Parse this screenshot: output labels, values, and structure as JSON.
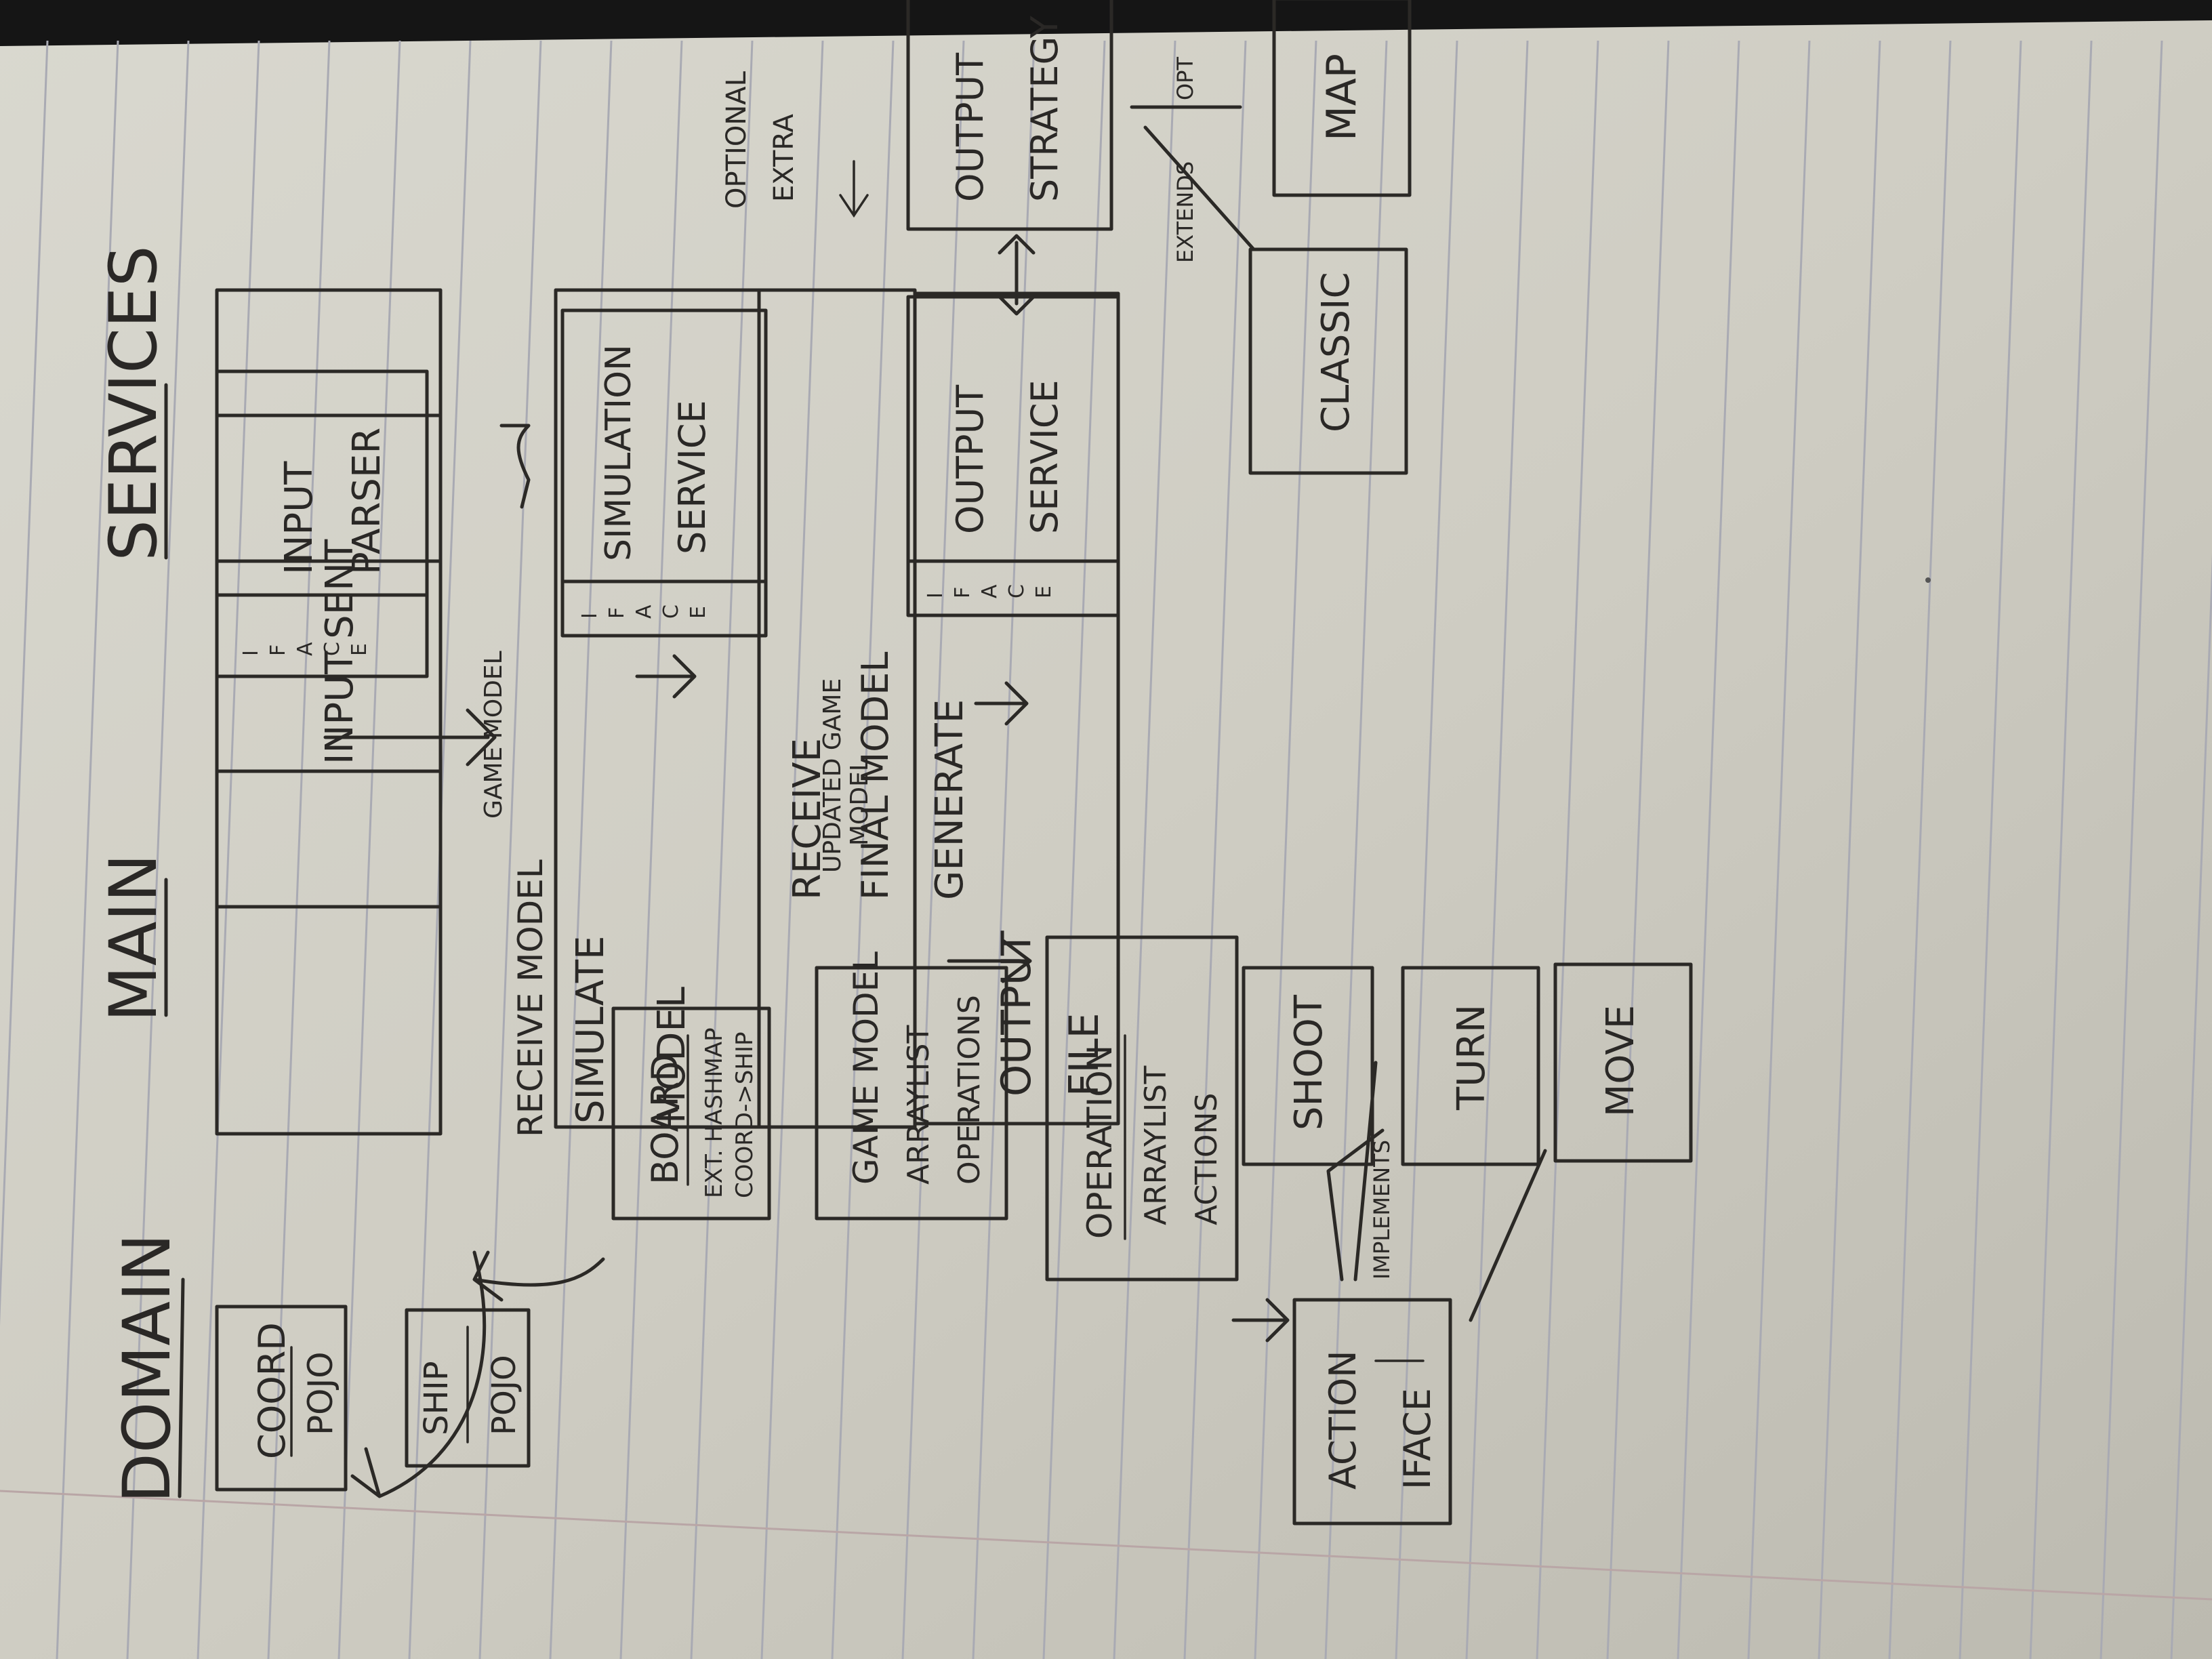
{
  "headers": {
    "domain": "DOMAIN",
    "main": "MAIN",
    "services": "SERVICES"
  },
  "domain": {
    "coord": {
      "title": "COORD",
      "sub": "POJO"
    },
    "ship": {
      "title": "SHIP",
      "sub": "POJO"
    },
    "board": {
      "title": "BOARD",
      "line1": "EXT. HASHMAP",
      "line2": "COORD->SHIP"
    },
    "game_model": {
      "title": "GAME MODEL",
      "line1": "ARRAYLIST",
      "line2": "OPERATIONS"
    },
    "operation": {
      "title": "OPERATION",
      "line1": "ARRAYLIST",
      "line2": "ACTIONS"
    },
    "action": {
      "title": "ACTION",
      "sub": "IFACE"
    },
    "implements": "IMPLEMENTS",
    "shoot": "SHOOT",
    "turn": "TURN",
    "move": "MOVE"
  },
  "main": {
    "steps": [
      "INPUT SENT",
      "RECEIVE MODEL",
      "SIMULATE MODEL",
      "RECEIVE FINAL MODEL",
      "GENERATE OUTPUT FILE"
    ],
    "simulate_line1": "SIMULATE",
    "simulate_line2": "MODEL",
    "final_line1": "RECEIVE",
    "final_line2": "FINAL MODEL",
    "generate_line1": "GENERATE",
    "generate_line2": "OUTPUT",
    "generate_line3": "FILE"
  },
  "services": {
    "iface_letters": [
      "I",
      "F",
      "A",
      "C",
      "E"
    ],
    "input_parser": {
      "line1": "INPUT",
      "line2": "PARSER"
    },
    "simulation_service": {
      "line1": "SIMULATION",
      "line2": "SERVICE"
    },
    "output_service": {
      "line1": "OUTPUT",
      "line2": "SERVICE"
    },
    "output_strategy": {
      "line1": "OUTPUT",
      "line2": "STRATEGY"
    },
    "classic": "CLASSIC",
    "map": "MAP",
    "extends": "EXTENDS",
    "opt": "OPT",
    "optional": "OPTIONAL",
    "extra": "EXTRA",
    "game_model_label": "GAME MODEL",
    "updated_line1": "UPDATED GAME",
    "updated_line2": "MODEL"
  }
}
